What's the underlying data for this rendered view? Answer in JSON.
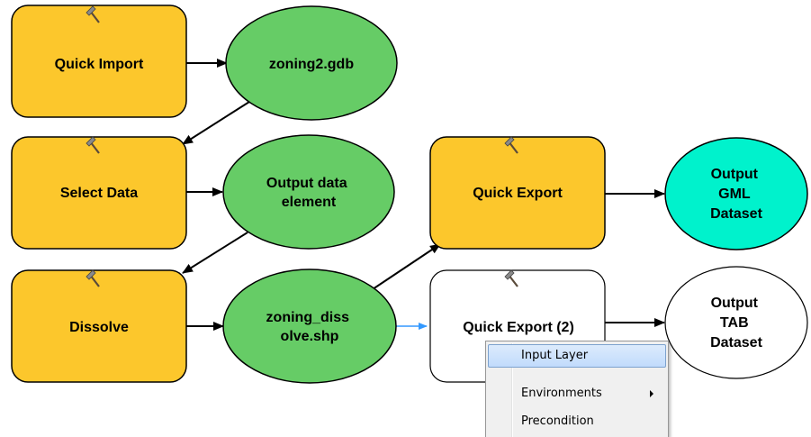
{
  "diagram": {
    "tools": {
      "quick_import": "Quick Import",
      "select_data": "Select Data",
      "dissolve": "Dissolve",
      "quick_export": "Quick Export",
      "quick_export_2": "Quick Export (2)"
    },
    "data_elements": {
      "zoning2": "zoning2.gdb",
      "output_data_element": [
        "Output data",
        "element"
      ],
      "zoning_dissolve": [
        "zoning_diss",
        "olve.shp"
      ],
      "output_gml": [
        "Output",
        "GML",
        "Dataset"
      ],
      "output_tab": [
        "Output",
        "TAB",
        "Dataset"
      ]
    },
    "icon": "hammer-icon"
  },
  "context_menu": {
    "items": [
      {
        "label": "Input Layer",
        "highlighted": true
      },
      {
        "label": "Environments",
        "submenu": true
      },
      {
        "label": "Precondition"
      }
    ]
  },
  "colors": {
    "tool_fill": "#fcc72c",
    "data_fill": "#66cc66",
    "output_gml_fill": "#00f2cc",
    "unready_fill": "#ffffff",
    "connector": "#000000",
    "dashed_connector": "#3399ff",
    "menu_highlight": "#c9dffc"
  }
}
